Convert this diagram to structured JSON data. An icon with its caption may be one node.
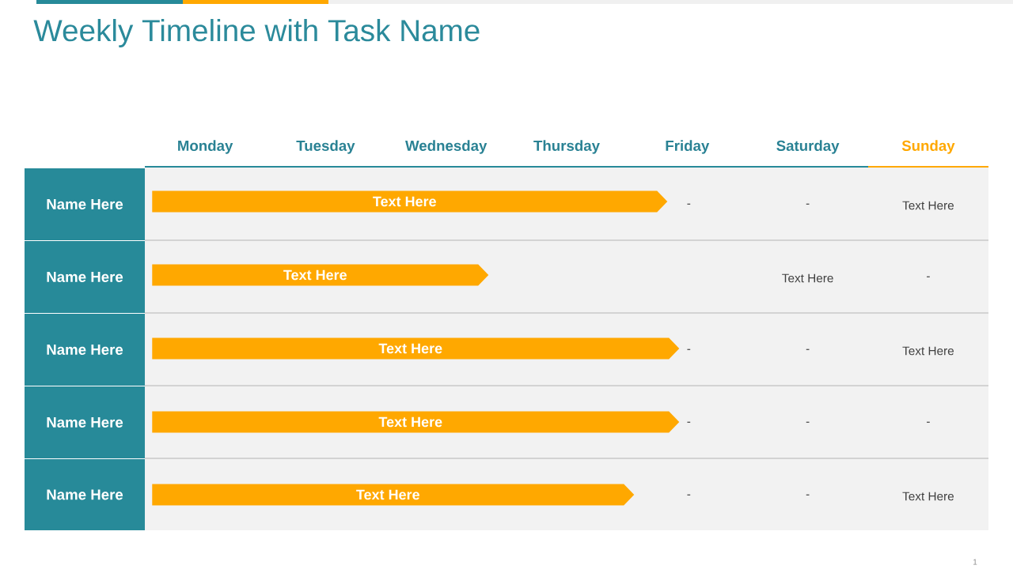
{
  "diagram": {
    "title": "Weekly Timeline with Task Name",
    "nodes": [
      {
        "text": [
          "Name Here"
        ]
      },
      {
        "text": [
          "Text Here"
        ]
      },
      {
        "text": [
          "Name Here"
        ]
      },
      {
        "text": [
          "Text Here"
        ]
      },
      {
        "text": [
          "Name Here"
        ]
      },
      {
        "text": [
          "Text Here"
        ]
      },
      {
        "text": [
          "Name Here"
        ]
      },
      {
        "text": [
          "Text Here"
        ]
      },
      {
        "text": [
          "Name Here"
        ]
      },
      {
        "text": [
          "Text Here"
        ]
      }
    ],
    "labels": [
      "Monday",
      "Tuesday",
      "Wednesday",
      "Thursday",
      "Friday",
      "Saturday",
      "Sunday",
      "-",
      "-",
      "Text Here",
      "Text Here",
      "-",
      "-",
      "-",
      "Text Here",
      "-",
      "-",
      "-",
      "-",
      "-",
      "Text Here",
      "1"
    ]
  }
}
